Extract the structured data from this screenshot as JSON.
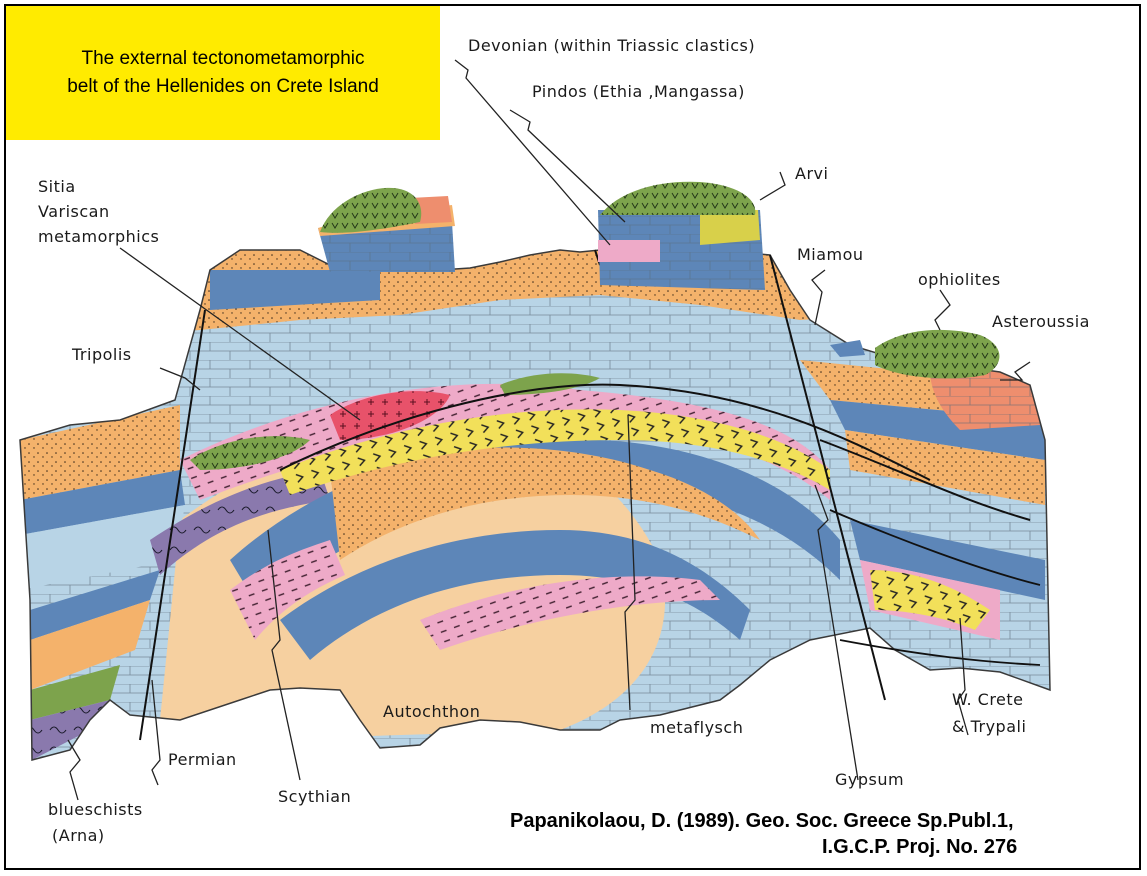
{
  "title": {
    "line1": "The external tectonometamorphic",
    "line2": "belt of the Hellenides on Crete Island",
    "background": "#ffeb00"
  },
  "labels": {
    "devonian": "Devonian (within Triassic clastics)",
    "pindos": "Pindos (Ethia ,Mangassa)",
    "arvi": "Arvi",
    "sitia_1": "Sitia",
    "sitia_2": "Variscan",
    "sitia_3": "metamorphics",
    "miamou": "Miamou",
    "ophiolites": "ophiolites",
    "asteroussia": "Asteroussia",
    "tripolis": "Tripolis",
    "autochthon": "Autochthon",
    "metaflysch": "metaflysch",
    "gypsum": "Gypsum",
    "wcrete_1": "W. Crete",
    "wcrete_2": "& Trypali",
    "permian": "Permian",
    "scythian": "Scythian",
    "blueschists_1": "blueschists",
    "blueschists_2": "(Arna)"
  },
  "citation": {
    "line1": "Papanikolaou, D. (1989). Geo. Soc. Greece Sp.Publ.1,",
    "line2": "I.G.C.P. Proj. No. 276"
  },
  "colors": {
    "orange_clastics": "#f4b26b",
    "light_blue_carbonates": "#b8d4e6",
    "dark_blue": "#5d86b8",
    "pink_phyllite": "#eeaac8",
    "yellow_gypsum": "#f2e05a",
    "green_ophiolite": "#7da34c",
    "red_variscan": "#e8526a",
    "purple_blueschist": "#8a79ad",
    "salmon_asteroussia": "#ee8e6e",
    "pale_autochthon": "#f6d0a0"
  }
}
